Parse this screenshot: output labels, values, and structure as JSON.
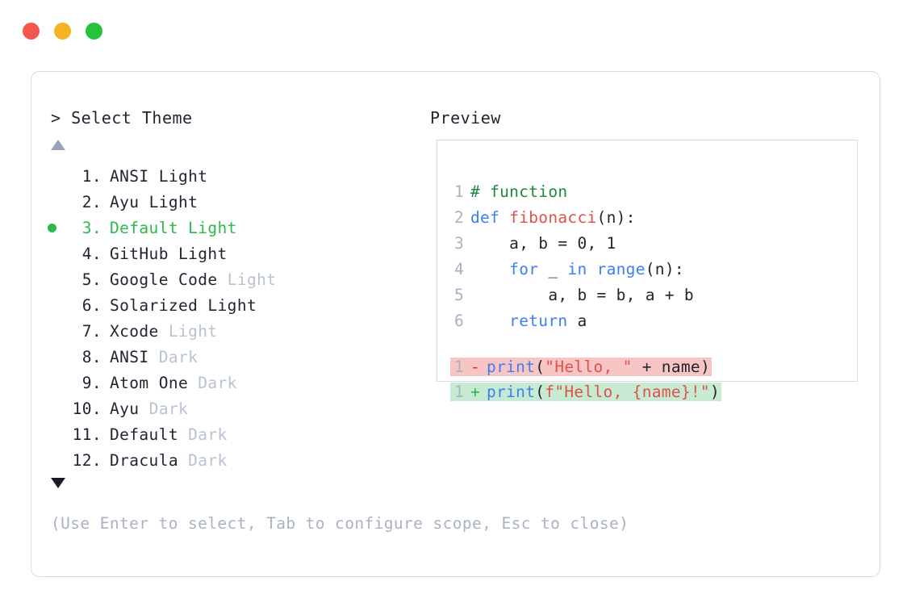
{
  "window": {
    "traffic_lights": [
      {
        "name": "close-button",
        "color": "#f5574e"
      },
      {
        "name": "minimize-button",
        "color": "#f5b322"
      },
      {
        "name": "maximize-button",
        "color": "#28c13e"
      }
    ]
  },
  "picker": {
    "prompt_symbol": ">",
    "title": "Select Theme",
    "scroll_up_indicator": "▲",
    "scroll_down_indicator": "▼",
    "selected_index": 3,
    "selected_bullet": "●",
    "accent_color": "#2cb84a",
    "dim_color": "#b9c2d0",
    "items": [
      {
        "number": "1.",
        "name": "ANSI",
        "variant": "Light",
        "variant_dim": false
      },
      {
        "number": "2.",
        "name": "Ayu",
        "variant": "Light",
        "variant_dim": false
      },
      {
        "number": "3.",
        "name": "Default",
        "variant": "Light",
        "variant_dim": false
      },
      {
        "number": "4.",
        "name": "GitHub",
        "variant": "Light",
        "variant_dim": false
      },
      {
        "number": "5.",
        "name": "Google Code",
        "variant": "Light",
        "variant_dim": true
      },
      {
        "number": "6.",
        "name": "Solarized",
        "variant": "Light",
        "variant_dim": false
      },
      {
        "number": "7.",
        "name": "Xcode",
        "variant": "Light",
        "variant_dim": true
      },
      {
        "number": "8.",
        "name": "ANSI",
        "variant": "Dark",
        "variant_dim": true
      },
      {
        "number": "9.",
        "name": "Atom One",
        "variant": "Dark",
        "variant_dim": true
      },
      {
        "number": "10.",
        "name": "Ayu",
        "variant": "Dark",
        "variant_dim": true
      },
      {
        "number": "11.",
        "name": "Default",
        "variant": "Dark",
        "variant_dim": true
      },
      {
        "number": "12.",
        "name": "Dracula",
        "variant": "Dark",
        "variant_dim": true
      }
    ],
    "hint": "(Use Enter to select, Tab to configure scope, Esc to close)"
  },
  "preview": {
    "title": "Preview",
    "code_lines": [
      {
        "ln": "1",
        "tokens": [
          {
            "t": "# function",
            "c": "comment"
          }
        ]
      },
      {
        "ln": "2",
        "tokens": [
          {
            "t": "def ",
            "c": "kw"
          },
          {
            "t": "fibonacci",
            "c": "fn"
          },
          {
            "t": "(n):",
            "c": "plain"
          }
        ]
      },
      {
        "ln": "3",
        "tokens": [
          {
            "t": "    a, b = 0, 1",
            "c": "plain"
          }
        ]
      },
      {
        "ln": "4",
        "tokens": [
          {
            "t": "    ",
            "c": "plain"
          },
          {
            "t": "for",
            "c": "kw"
          },
          {
            "t": " _ ",
            "c": "plain"
          },
          {
            "t": "in",
            "c": "kw"
          },
          {
            "t": " ",
            "c": "plain"
          },
          {
            "t": "range",
            "c": "kw"
          },
          {
            "t": "(n):",
            "c": "plain"
          }
        ]
      },
      {
        "ln": "5",
        "tokens": [
          {
            "t": "        a, b = b, a + b",
            "c": "plain"
          }
        ]
      },
      {
        "ln": "6",
        "tokens": [
          {
            "t": "    ",
            "c": "plain"
          },
          {
            "t": "return",
            "c": "kw"
          },
          {
            "t": " a",
            "c": "plain"
          }
        ]
      }
    ],
    "diff_lines": [
      {
        "ln": "1",
        "sign": "-",
        "kind": "minus",
        "tokens": [
          {
            "t": "print",
            "c": "kw"
          },
          {
            "t": "(",
            "c": "plain"
          },
          {
            "t": "\"Hello, \"",
            "c": "str"
          },
          {
            "t": " + name)",
            "c": "plain"
          }
        ]
      },
      {
        "ln": "1",
        "sign": "+",
        "kind": "plus",
        "tokens": [
          {
            "t": "print",
            "c": "kw"
          },
          {
            "t": "(",
            "c": "plain"
          },
          {
            "t": "f\"Hello, {name}!\"",
            "c": "str"
          },
          {
            "t": ")",
            "c": "plain"
          }
        ]
      }
    ],
    "diff_removed_bg": "#f8c5c5",
    "diff_added_bg": "#c6ebd2"
  }
}
